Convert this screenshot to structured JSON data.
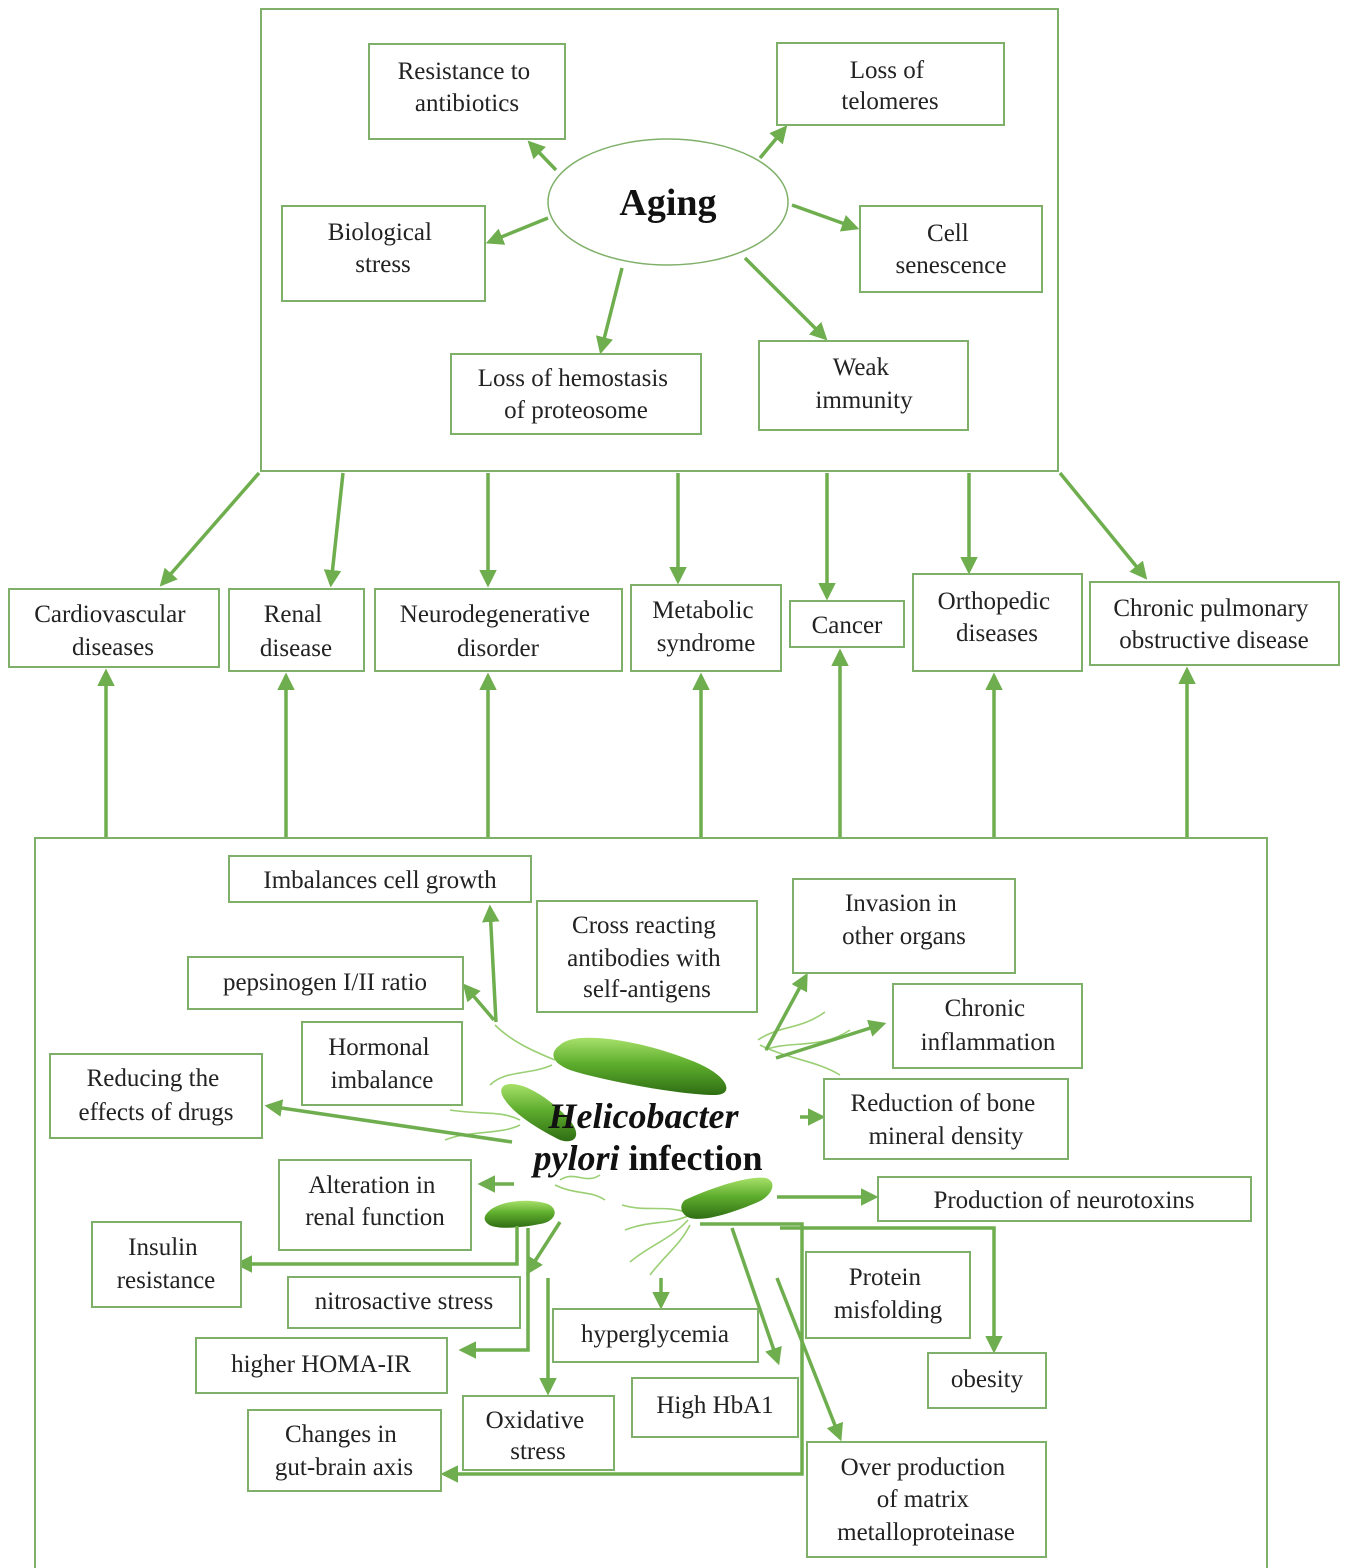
{
  "colors": {
    "line": "#6fae4e",
    "box_border": "#7fb069",
    "bacterium": "#6ab23a"
  },
  "aging": {
    "title": "Aging",
    "effects": {
      "resistance": [
        "Resistance to",
        "antibiotics"
      ],
      "telomeres": [
        "Loss of",
        "telomeres"
      ],
      "biological": [
        "Biological",
        "stress"
      ],
      "senescence": [
        "Cell",
        "senescence"
      ],
      "hemostasis": [
        "Loss of hemostasis",
        "of proteosome"
      ],
      "immunity": [
        "Weak",
        "immunity"
      ]
    }
  },
  "diseases": {
    "cardio": [
      "Cardiovascular",
      "diseases"
    ],
    "renal": [
      "Renal",
      "disease"
    ],
    "neuro": [
      "Neurodegenerative",
      "disorder"
    ],
    "metabolic": [
      "Metabolic",
      "syndrome"
    ],
    "cancer": [
      "Cancer"
    ],
    "ortho": [
      "Orthopedic",
      "diseases"
    ],
    "copd": [
      "Chronic pulmonary",
      "obstructive disease"
    ]
  },
  "infection": {
    "title_italic_1": "Helicobacter",
    "title_italic_2": "pylori",
    "title_rest": " infection",
    "effects": {
      "growth": [
        "Imbalances cell growth"
      ],
      "pepsinogen": [
        "pepsinogen I/II ratio"
      ],
      "hormonal": [
        "Hormonal",
        "imbalance"
      ],
      "drugs": [
        "Reducing the",
        "effects of drugs"
      ],
      "cross": [
        "Cross reacting",
        "antibodies with",
        "self-antigens"
      ],
      "invasion": [
        "Invasion in",
        "other organs"
      ],
      "inflammation": [
        "Chronic",
        "inflammation"
      ],
      "bone": [
        "Reduction of bone",
        "mineral density"
      ],
      "neurotoxins": [
        "Production of neurotoxins"
      ],
      "renal_fn": [
        "Alteration in",
        "renal function"
      ],
      "insulin": [
        "Insulin",
        "resistance"
      ],
      "nitro": [
        "nitrosactive stress"
      ],
      "homa": [
        "higher HOMA-IR"
      ],
      "hyperglycemia": [
        "hyperglycemia"
      ],
      "protein": [
        "Protein",
        "misfolding"
      ],
      "obesity": [
        "obesity"
      ],
      "hba1": [
        "High HbA1"
      ],
      "oxidative": [
        "Oxidative",
        "stress"
      ],
      "gutbrain": [
        "Changes in",
        "gut-brain axis"
      ],
      "matrix": [
        "Over production",
        "of matrix",
        "metalloproteinase"
      ]
    }
  }
}
